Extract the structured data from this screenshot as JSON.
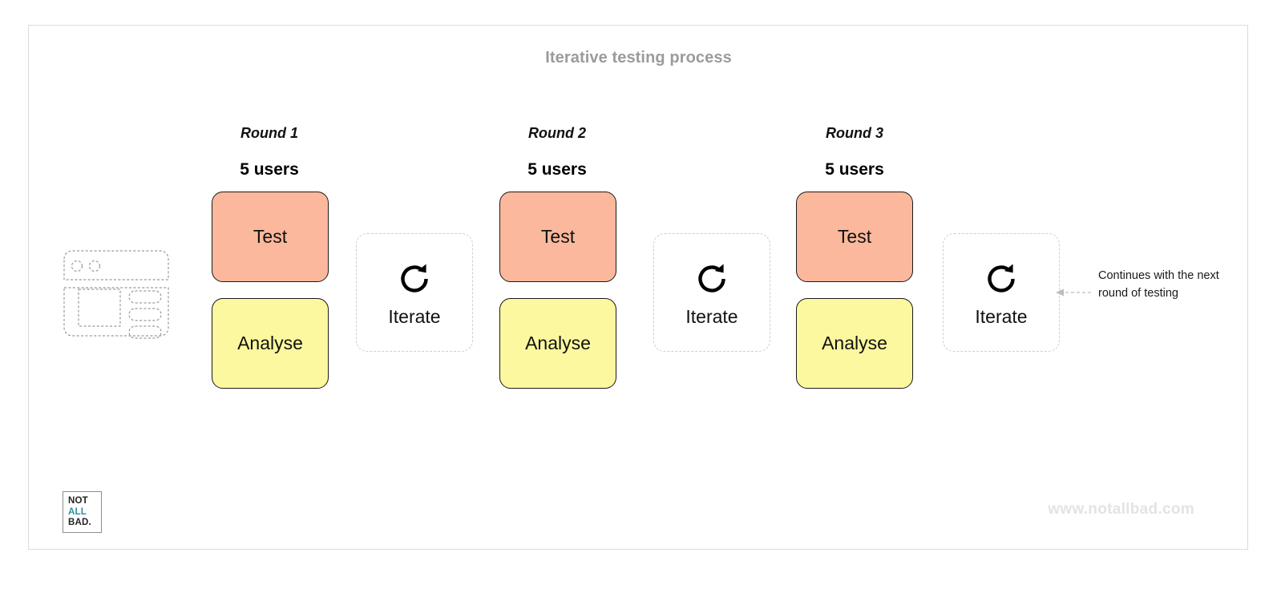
{
  "diagram": {
    "title": "Iterative testing process",
    "frame_border_color": "#dcdcdc",
    "title_color": "#9b9b9b"
  },
  "prototype": {
    "icon_name": "wireframe-prototype-icon"
  },
  "columns": [
    {
      "round_label": "Round 1",
      "users_label": "5 users",
      "test_label": "Test",
      "analyse_label": "Analyse",
      "test_color": "#fbb89c",
      "analyse_color": "#fbf89f"
    },
    {
      "round_label": "Round 2",
      "users_label": "5 users",
      "test_label": "Test",
      "analyse_label": "Analyse",
      "test_color": "#fbb89c",
      "analyse_color": "#fbf89f"
    },
    {
      "round_label": "Round 3",
      "users_label": "5 users",
      "test_label": "Test",
      "analyse_label": "Analyse",
      "test_color": "#fbb89c",
      "analyse_color": "#fbf89f"
    }
  ],
  "iterate_steps": [
    {
      "label": "Iterate",
      "icon_name": "rotate-refresh-icon"
    },
    {
      "label": "Iterate",
      "icon_name": "rotate-refresh-icon"
    },
    {
      "label": "Iterate",
      "icon_name": "rotate-refresh-icon"
    }
  ],
  "continuation": {
    "text": "Continues with the next round of testing",
    "arrow_name": "dashed-arrow-right-icon"
  },
  "logo": {
    "line1": "NOT",
    "line2": "ALL",
    "line3": "BAD.",
    "accent_color": "#2d8f99"
  },
  "footer": {
    "url": "www.notallbad.com"
  }
}
